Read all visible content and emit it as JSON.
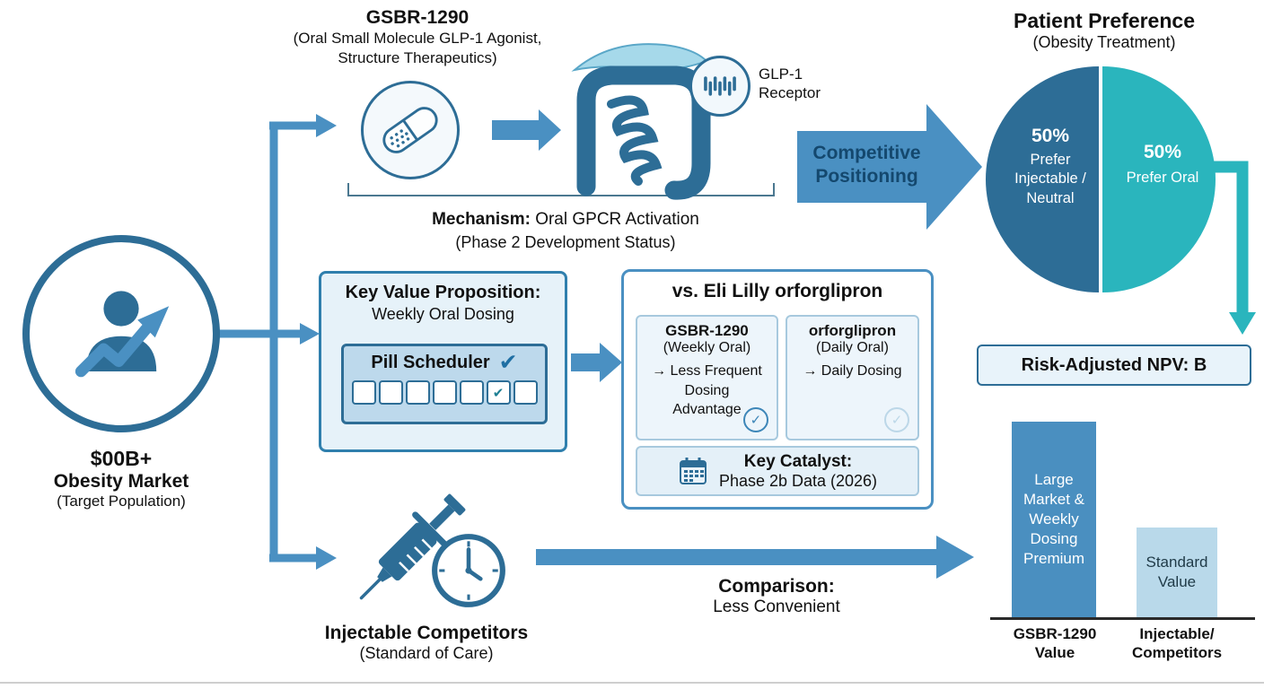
{
  "colors": {
    "dark_blue": "#2d6d96",
    "medium_blue": "#4a90c2",
    "teal": "#2ab5bd",
    "light_panel": "#bdd9ec",
    "light_fill": "#e6f2f9",
    "bar_light": "#b9d9ea"
  },
  "icons": {
    "check_bold": "✔",
    "check_light": "✓"
  },
  "market": {
    "amount": "$00B+",
    "name": "Obesity Market",
    "sub": "(Target Population)"
  },
  "gsbr": {
    "title": "GSBR-1290",
    "subtitle": "(Oral Small Molecule GLP-1 Agonist,\nStructure Therapeutics)"
  },
  "receptor": {
    "label": "GLP-1\nReceptor"
  },
  "mechanism": {
    "bold": "Mechanism:",
    "text": " Oral GPCR Activation",
    "sub": "(Phase 2 Development Status)"
  },
  "competitive": {
    "label": "Competitive\nPositioning"
  },
  "preference": {
    "title": "Patient Preference",
    "subtitle": "(Obesity Treatment)",
    "left_pct": "50%",
    "left_label": "Prefer\nInjectable /\nNeutral",
    "right_pct": "50%",
    "right_label": "Prefer Oral"
  },
  "npv": {
    "label": "Risk-Adjusted NPV: B"
  },
  "value_prop": {
    "title": "Key Value Proposition:",
    "subtitle": "Weekly Oral Dosing",
    "scheduler_label": "Pill Scheduler"
  },
  "vs": {
    "title": "vs. Eli Lilly orforglipron",
    "left": {
      "name": "GSBR-1290",
      "sub": "(Weekly Oral)",
      "body": "→ Less Frequent\nDosing\nAdvantage"
    },
    "right": {
      "name": "orforglipron",
      "sub": "(Daily Oral)",
      "body": "→ Daily Dosing"
    },
    "catalyst": {
      "bold": "Key Catalyst:",
      "text": "Phase 2b Data (2026)"
    }
  },
  "injectable": {
    "title": "Injectable Competitors",
    "sub": "(Standard of Care)"
  },
  "comparison": {
    "bold": "Comparison:",
    "text": "Less Convenient"
  },
  "bars": {
    "bar1": {
      "inner": "Large\nMarket &\nWeekly\nDosing\nPremium",
      "axis": "GSBR-1290\nValue"
    },
    "bar2": {
      "inner": "Standard\nValue",
      "axis": "Injectable/\nCompetitors"
    }
  },
  "chart_data": [
    {
      "type": "pie",
      "title": "Patient Preference (Obesity Treatment)",
      "labels": [
        "Prefer Injectable / Neutral",
        "Prefer Oral"
      ],
      "values": [
        50,
        50
      ],
      "colors": [
        "#2d6d96",
        "#2ab5bd"
      ],
      "legend_position": "on-slice"
    },
    {
      "type": "bar",
      "title": "Relative Value",
      "categories": [
        "GSBR-1290 Value",
        "Injectable/ Competitors"
      ],
      "values": [
        100,
        46
      ],
      "bar_labels": [
        "Large Market & Weekly Dosing Premium",
        "Standard Value"
      ],
      "ylabel": "",
      "xlabel": "",
      "ylim": [
        0,
        100
      ],
      "note": "no numeric axis shown; values are relative bar heights",
      "grid": false
    }
  ]
}
